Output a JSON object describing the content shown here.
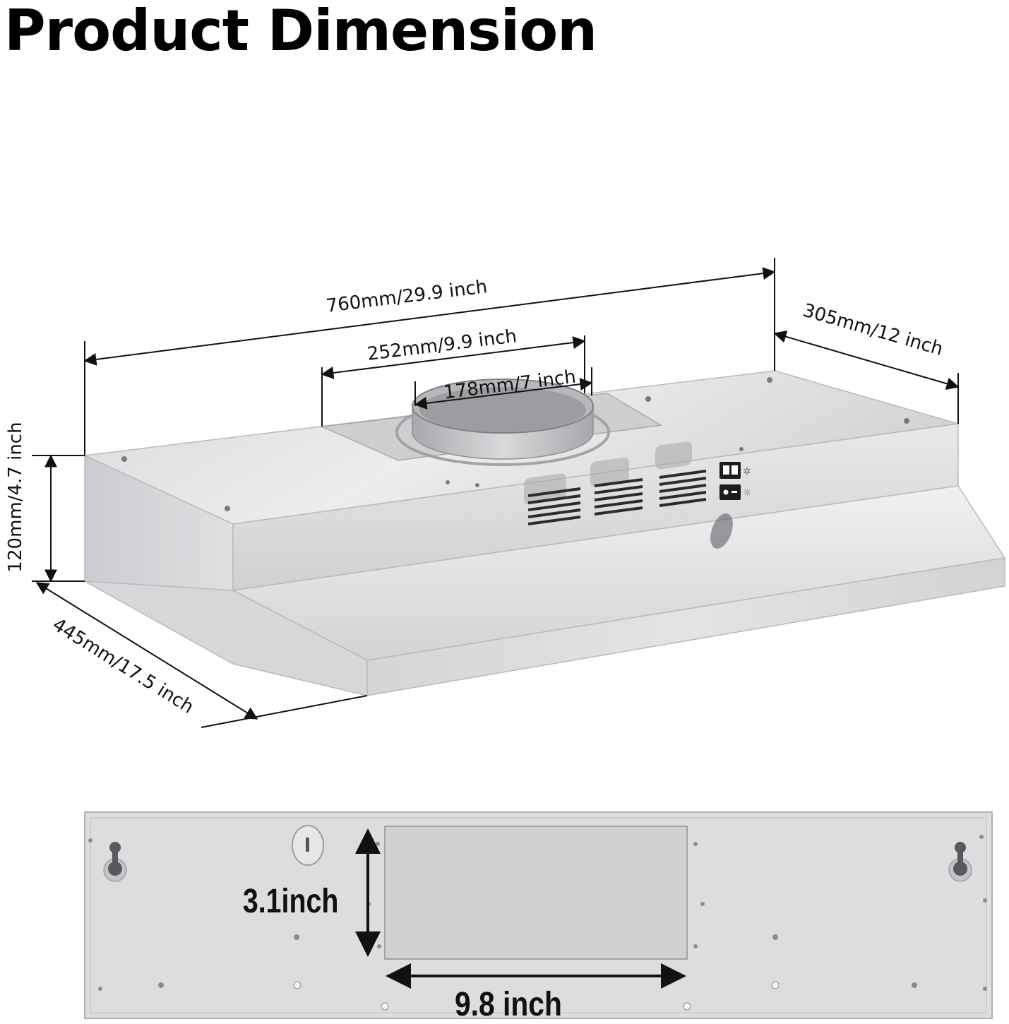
{
  "title": "Product Dimension",
  "dimensions": {
    "width_overall": "760mm/29.9 inch",
    "duct_plate_width": "252mm/9.9 inch",
    "duct_diameter": "178mm/7 inch",
    "depth_side": "305mm/12 inch",
    "height": "120mm/4.7 inch",
    "depth_front": "445mm/17.5 inch",
    "filter_height": "3.1inch",
    "filter_width": "9.8 inch"
  },
  "colors": {
    "steel_light": "#e4e5e7",
    "steel_mid": "#c9cacd",
    "steel_dark": "#a9aaad",
    "line": "#111111"
  }
}
